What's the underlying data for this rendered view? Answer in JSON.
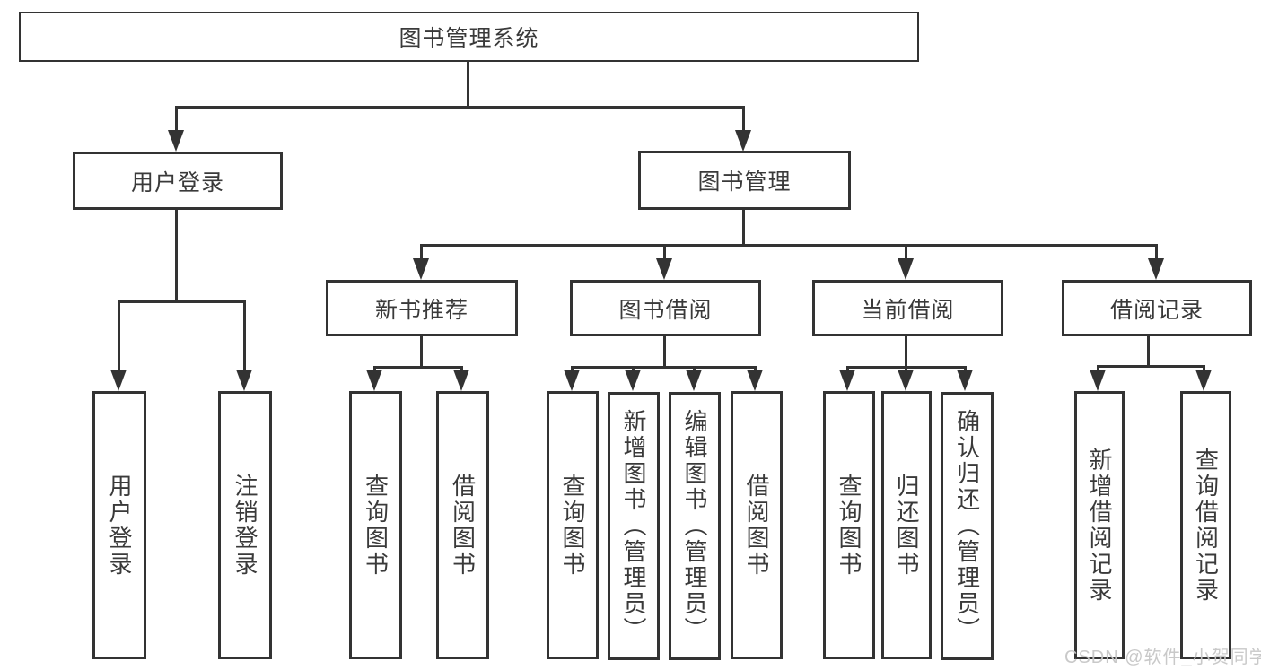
{
  "diagram": {
    "title": "图书管理系统",
    "level2": {
      "user_login": "用户登录",
      "book_mgmt": "图书管理"
    },
    "level3": {
      "new_book": "新书推荐",
      "borrow": "图书借阅",
      "current": "当前借阅",
      "records": "借阅记录"
    },
    "leaves": {
      "user_login": [
        "用户登录",
        "注销登录"
      ],
      "new_book": [
        "查询图书",
        "借阅图书"
      ],
      "borrow": [
        "查询图书",
        "新增图书（管理员）",
        "编辑图书（管理员）",
        "借阅图书"
      ],
      "current": [
        "查询图书",
        "归还图书",
        "确认归还（管理员）"
      ],
      "records": [
        "新增借阅记录",
        "查询借阅记录"
      ]
    },
    "watermark": "CSDN @软件_小贺同学",
    "colors": {
      "line": "#333333",
      "text": "#3a3a3a",
      "background": "#ffffff",
      "watermark": "#c6c6c6"
    }
  }
}
